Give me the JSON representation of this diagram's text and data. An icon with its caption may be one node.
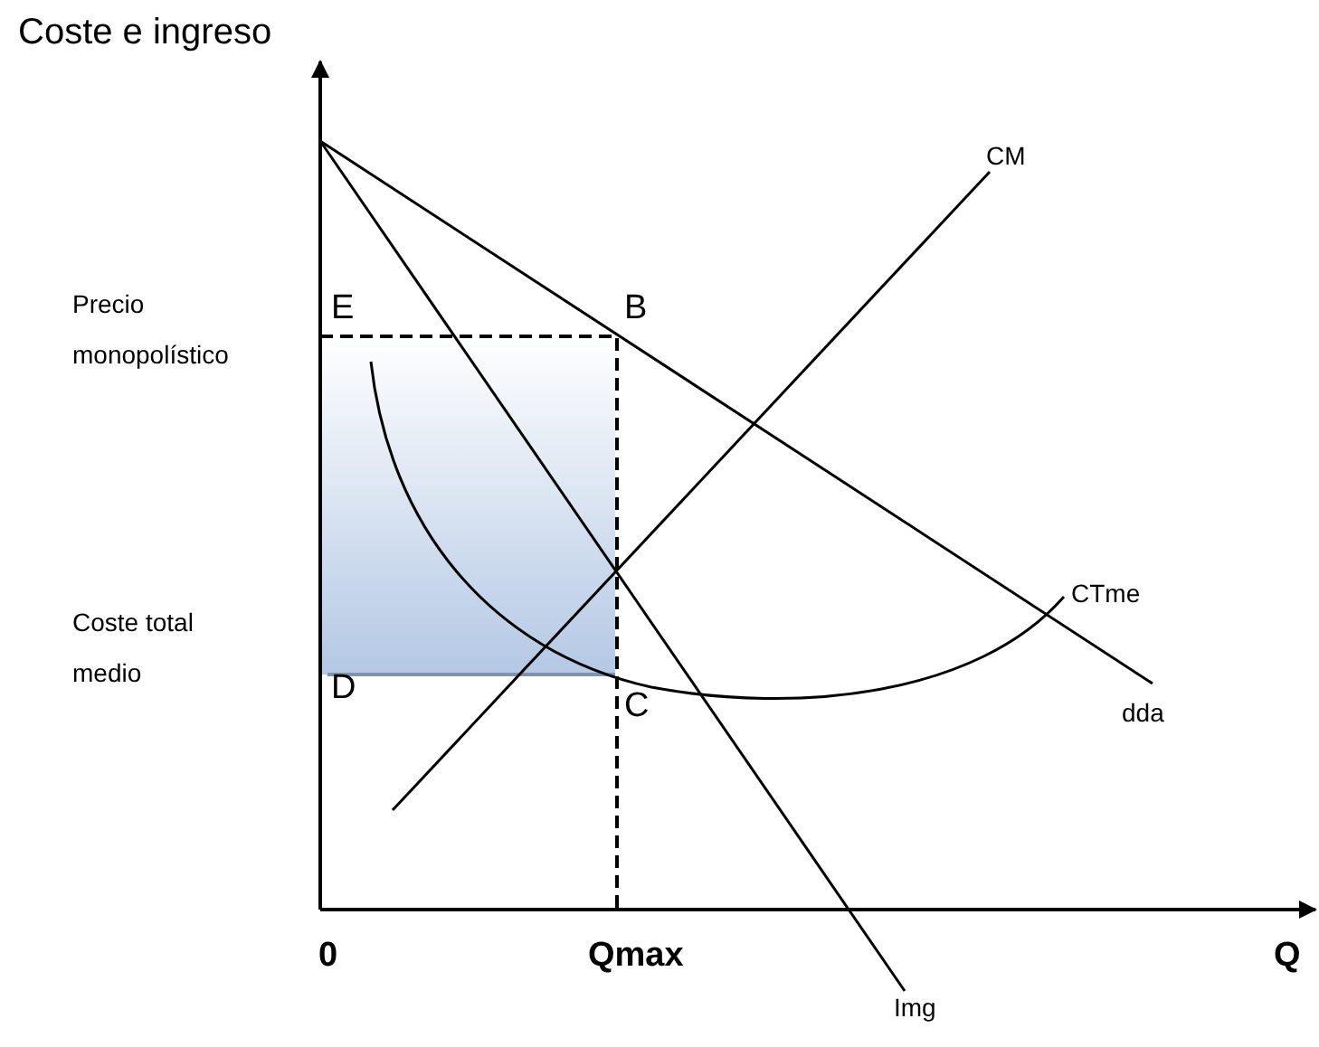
{
  "diagram": {
    "labels": [
      "Coste e ingreso",
      "CM",
      "Precio monopolístico",
      "E",
      "B",
      "Coste total medio",
      "CTme",
      "D",
      "C",
      "dda",
      "0",
      "Qmax",
      "Q",
      "Img"
    ]
  }
}
